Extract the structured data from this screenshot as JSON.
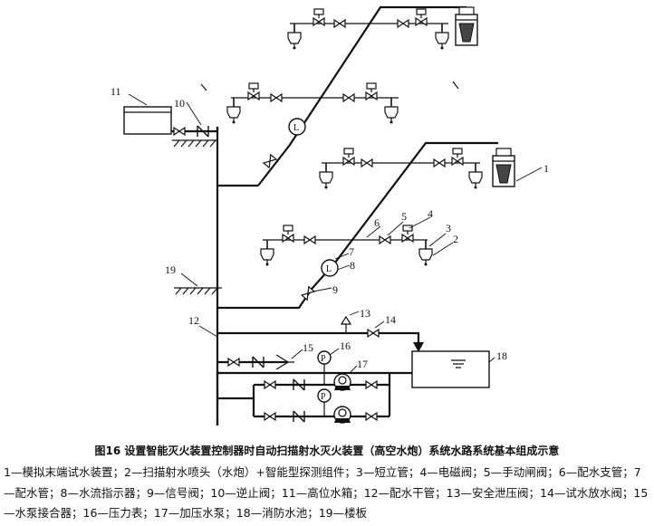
{
  "figure": {
    "title": "图16  设置智能灭火装置控制器时自动扫描射水灭火装置（高空水炮）系统水路系统基本组成示意",
    "legend": "1—模拟末端试水装置；2—扫描射水喷头（水炮）+智能型探测组件；3—短立管；4—电磁阀；5—手动闸阀；6—配水支管；7—配水管；8—水流指示器；9—信号阀；10—逆止阀；11—高位水箱；12—配水干管；13—安全泄压阀；14—试水放水阀；15—水泵接合器；16—压力表；17—加压水泵；18—消防水池；19—楼板"
  },
  "callouts": {
    "n1": "1",
    "n2": "2",
    "n3": "3",
    "n4": "4",
    "n5": "5",
    "n6": "6",
    "n7": "7",
    "n8": "8",
    "n9": "9",
    "n10": "10",
    "n11": "11",
    "n12": "12",
    "n13": "13",
    "n14": "14",
    "n15": "15",
    "n16": "16",
    "n17": "17",
    "n18": "18",
    "n19": "19"
  },
  "symbols": {
    "flow_indicator": "L",
    "pressure_gauge": "P"
  }
}
